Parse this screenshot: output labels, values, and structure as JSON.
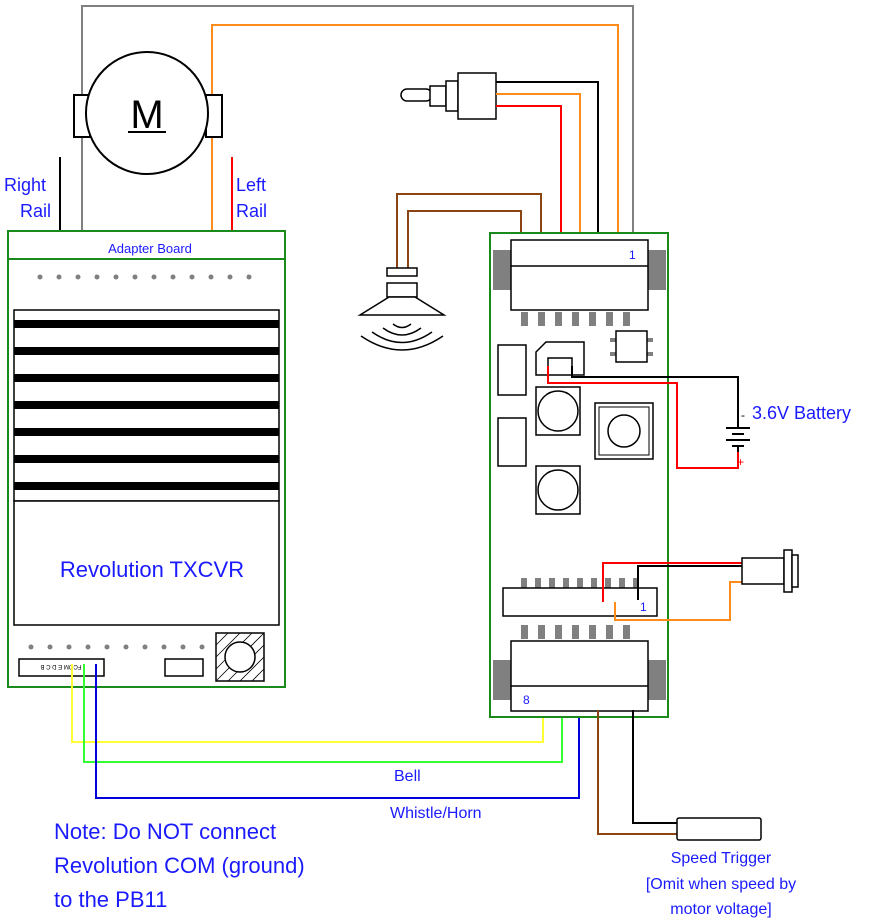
{
  "motor": {
    "label": "M"
  },
  "rails": {
    "right_line1": "Right",
    "right_line2": "Rail",
    "left_line1": "Left",
    "left_line2": "Rail"
  },
  "txcvr": {
    "adapter_label": "Adapter Board",
    "name": "Revolution TXCVR",
    "connector_text": "FCOM  E  D  C  B"
  },
  "pb11": {
    "pin_top": "1",
    "pin_mid": "1",
    "pin_bottom": "8"
  },
  "battery": {
    "label": "3.6V Battery",
    "minus": "-",
    "plus": "+"
  },
  "wires": {
    "bell": "Bell",
    "whistle": "Whistle/Horn"
  },
  "note": {
    "line1": "Note: Do NOT connect",
    "line2": "Revolution COM (ground)",
    "line3": "to the PB11"
  },
  "speed_trigger": {
    "line1": "Speed Trigger",
    "line2": "[Omit when speed by",
    "line3": "motor voltage]"
  },
  "colors": {
    "board": "#1a8a1a",
    "text": "#1a1aff",
    "gray_wire": "#808080",
    "orange_wire": "#ff8c1a",
    "red_wire": "#ff0000",
    "brown_wire": "#8b4513",
    "yellow_wire": "#ffff33",
    "green_wire": "#33ff33",
    "blue_wire": "#0000dd"
  }
}
